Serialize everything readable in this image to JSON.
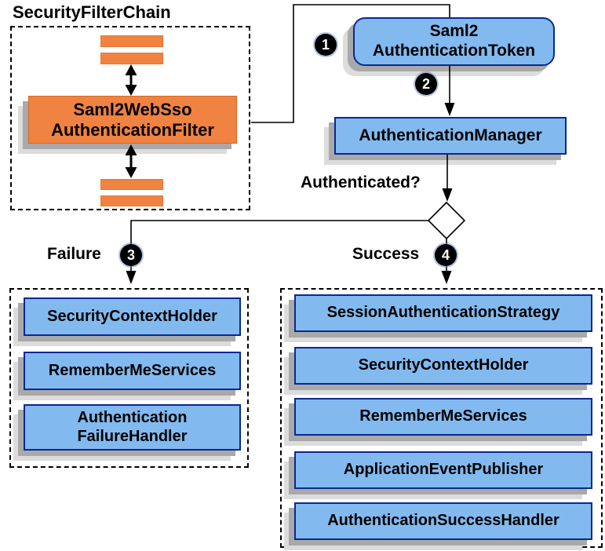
{
  "diagram": {
    "filter_chain": {
      "title": "SecurityFilterChain",
      "filter_box": "Saml2WebSso\nAuthenticationFilter"
    },
    "flow": {
      "token_box": "Saml2\nAuthenticationToken",
      "manager_box": "AuthenticationManager",
      "question": "Authenticated?",
      "failure": "Failure",
      "success": "Success",
      "steps": {
        "s1": "1",
        "s2": "2",
        "s3": "3",
        "s4": "4"
      }
    },
    "failure_panel": {
      "items": [
        {
          "label": "SecurityContextHolder"
        },
        {
          "label": "RememberMeServices"
        },
        {
          "label": "Authentication\nFailureHandler"
        }
      ]
    },
    "success_panel": {
      "items": [
        {
          "label": "SessionAuthenticationStrategy"
        },
        {
          "label": "SecurityContextHolder"
        },
        {
          "label": "RememberMeServices"
        },
        {
          "label": "ApplicationEventPublisher"
        },
        {
          "label": "AuthenticationSuccessHandler"
        }
      ]
    },
    "colors": {
      "orange": "#F08242",
      "blue_fill": "#82BAF0",
      "blue_border": "#0B2794",
      "shadow_dark": "#A9A9A9",
      "shadow_light": "#DCDCDC",
      "line": "#000000"
    }
  }
}
